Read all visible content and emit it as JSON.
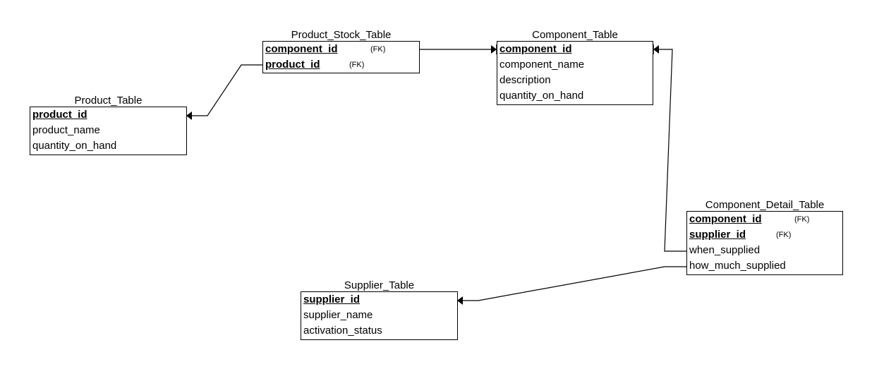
{
  "tables": {
    "product_stock": {
      "title": "Product_Stock_Table",
      "fields": [
        "component_id",
        "product_id"
      ],
      "fk": [
        "(FK)",
        "(FK)"
      ]
    },
    "component": {
      "title": "Component_Table",
      "fields": [
        "component_id",
        "component_name",
        "description",
        "quantity_on_hand"
      ]
    },
    "product": {
      "title": "Product_Table",
      "fields": [
        "product_id",
        "product_name",
        "quantity_on_hand"
      ]
    },
    "component_detail": {
      "title": "Component_Detail_Table",
      "fields": [
        "component_id",
        "supplier_id",
        "when_supplied",
        "how_much_supplied"
      ],
      "fk": [
        "(FK)",
        "(FK)"
      ]
    },
    "supplier": {
      "title": "Supplier_Table",
      "fields": [
        "supplier_id",
        "supplier_name",
        "activation_status"
      ]
    }
  },
  "relationships": [
    {
      "from": "Product_Stock_Table.component_id",
      "to": "Component_Table.component_id"
    },
    {
      "from": "Product_Stock_Table.product_id",
      "to": "Product_Table.product_id"
    },
    {
      "from": "Component_Detail_Table.when_supplied",
      "to": "Component_Table.component_id"
    },
    {
      "from": "Component_Detail_Table.how_much_supplied",
      "to": "Supplier_Table.supplier_id"
    }
  ]
}
